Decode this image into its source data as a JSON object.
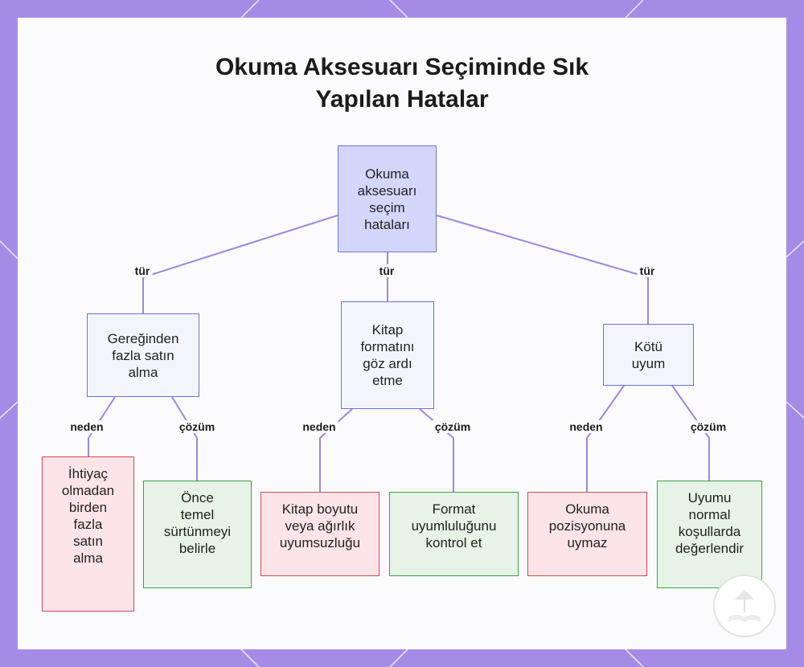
{
  "title_line1": "Okuma Aksesuarı Seçiminde Sık",
  "title_line2": "Yapılan Hatalar",
  "colors": {
    "frame": "#a48ce6",
    "edge": "#9f86dd",
    "node_border_blue": "#6b72d6",
    "cause_border": "#d8474f",
    "solution_border": "#3f9e45"
  },
  "nodes": {
    "root": "Okuma\naksesuarı\nseçim\nhataları",
    "cat1": "Gereğinden\nfazla satın\nalma",
    "cat2": "Kitap\nformatını\ngöz ardı\netme",
    "cat3": "Kötü\nuyum",
    "cause1": "İhtiyaç\nolmadan\nbirden\nfazla\nsatın\nalma",
    "sol1": "Önce\ntemel\nsürtünmeyi\nbelirle",
    "cause2": "Kitap boyutu\nveya ağırlık\nuyumsuzluğu",
    "sol2": "Format\nuyumluluğunu\nkontrol et",
    "cause3": "Okuma\npozisyonuna\nuymaz",
    "sol3": "Uyumu\nnormal\nkoşullarda\ndeğerlendir"
  },
  "edge_labels": {
    "type1": "tür",
    "type2": "tür",
    "type3": "tür",
    "cause1": "neden",
    "sol1": "çözüm",
    "cause2": "neden",
    "sol2": "çözüm",
    "cause3": "neden",
    "sol3": "çözüm"
  },
  "icons": {
    "logo": "book-lamp-logo"
  }
}
